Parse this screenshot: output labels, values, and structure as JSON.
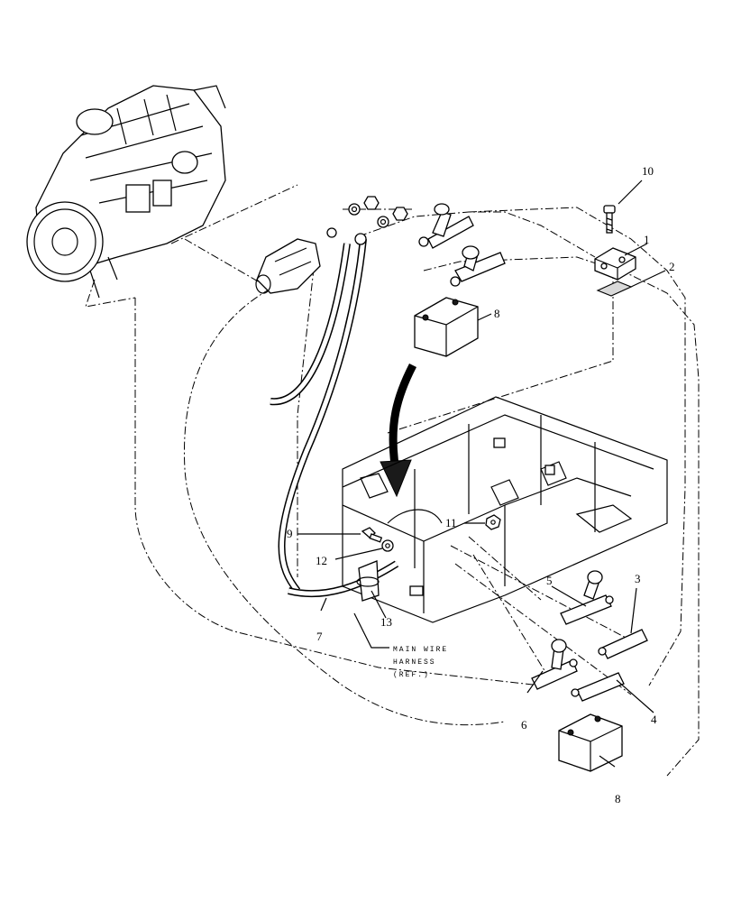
{
  "callouts": {
    "c1": "1",
    "c2": "2",
    "c3": "3",
    "c4": "4",
    "c5": "5",
    "c6": "6",
    "c7": "7",
    "c8_top": "8",
    "c8_bottom": "8",
    "c9": "9",
    "c10": "10",
    "c11": "11",
    "c12": "12",
    "c13": "13"
  },
  "note": {
    "line1": "MAIN WIRE",
    "line2": "HARNESS",
    "line3": "(REF.)"
  }
}
